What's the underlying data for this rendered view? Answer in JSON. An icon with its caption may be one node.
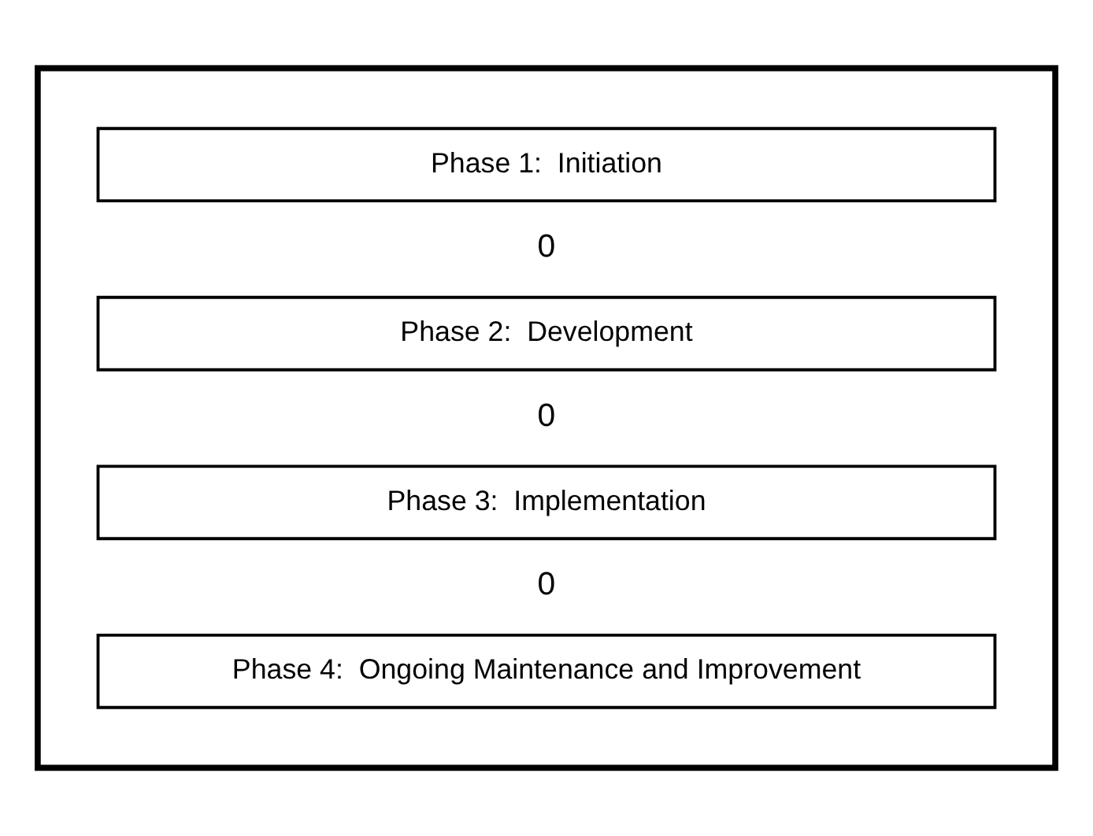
{
  "diagram": {
    "nodes": [
      {
        "text": [],
        "shape": "box"
      },
      {
        "text": [
          "Phase 1:  Initiation"
        ],
        "in": 0
      },
      {
        "text": [
          "Phase 2:  Development"
        ],
        "in": 0
      },
      {
        "text": [
          "Phase 3:  Implementation"
        ],
        "in": 0
      },
      {
        "text": [
          "Phase 4:  Ongoing Maintenance and Improvement"
        ],
        "in": 0
      }
    ],
    "edges": [],
    "labels": [
      "0",
      "0",
      "0"
    ]
  }
}
